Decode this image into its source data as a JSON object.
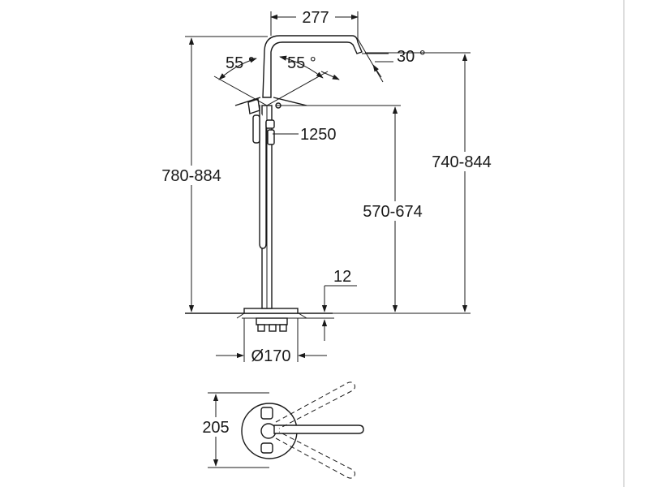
{
  "dimensions": {
    "spout_reach": "277",
    "spout_angle": "30 °",
    "lever_angle_left": "55 °",
    "lever_angle_right": "55 °",
    "hose_length": "1250",
    "total_height": "780-884",
    "outlet_height_total": "740-844",
    "handshower_height": "570-674",
    "floor_thickness": "12",
    "base_diameter": "Ø170",
    "plan_depth": "205"
  },
  "colors": {
    "line": "#1a1a1a",
    "frame": "#bdbdbd",
    "background": "#ffffff"
  }
}
